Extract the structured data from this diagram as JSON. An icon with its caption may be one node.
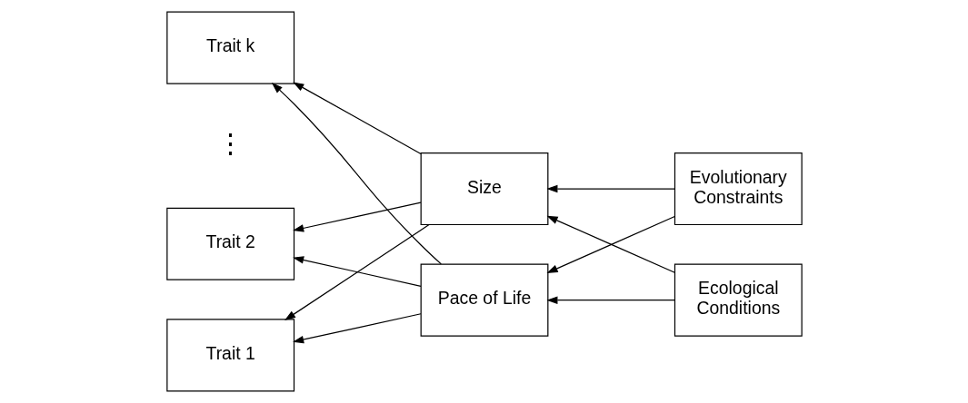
{
  "diagram": {
    "nodes": [
      {
        "text": [
          "Trait 1"
        ]
      },
      {
        "text": [
          "Trait 2"
        ]
      },
      {
        "text": [
          "Trait k"
        ]
      },
      {
        "text": [
          "Size"
        ]
      },
      {
        "text": [
          "Pace of Life"
        ]
      },
      {
        "text": [
          "Evolutionary Constraints"
        ]
      },
      {
        "text": [
          "Ecological Conditions"
        ]
      }
    ],
    "edges": [
      {
        "from": 3,
        "to": 0,
        "arrow": "to"
      },
      {
        "from": 3,
        "to": 1,
        "arrow": "to"
      },
      {
        "from": 3,
        "to": 2,
        "arrow": "to"
      },
      {
        "from": 4,
        "to": 0,
        "arrow": "to"
      },
      {
        "from": 4,
        "to": 1,
        "arrow": "to"
      },
      {
        "from": 4,
        "to": 2,
        "arrow": "to"
      },
      {
        "from": 5,
        "to": 3,
        "arrow": "to"
      },
      {
        "from": 5,
        "to": 4,
        "arrow": "to"
      },
      {
        "from": 6,
        "to": 3,
        "arrow": "to"
      },
      {
        "from": 6,
        "to": 4,
        "arrow": "to"
      }
    ],
    "labels": [
      "⋮"
    ]
  }
}
